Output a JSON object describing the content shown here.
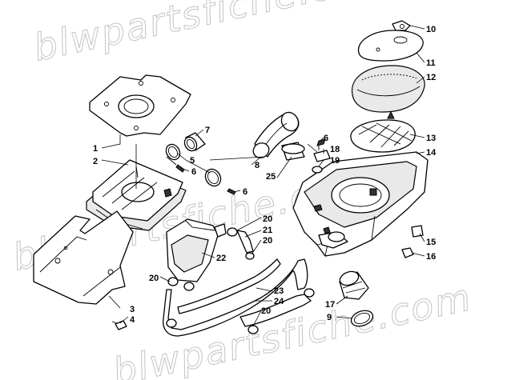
{
  "watermark": {
    "text": "blwpartsfiche.com",
    "text_partial": "blwpartsfiche.com"
  },
  "callouts": [
    {
      "id": "c1",
      "label": "1"
    },
    {
      "id": "c2",
      "label": "2"
    },
    {
      "id": "c3",
      "label": "3"
    },
    {
      "id": "c4",
      "label": "4"
    },
    {
      "id": "c5",
      "label": "5"
    },
    {
      "id": "c6a",
      "label": "6"
    },
    {
      "id": "c6b",
      "label": "6"
    },
    {
      "id": "c6c",
      "label": "6"
    },
    {
      "id": "c7",
      "label": "7"
    },
    {
      "id": "c8",
      "label": "8"
    },
    {
      "id": "c9",
      "label": "9"
    },
    {
      "id": "c10",
      "label": "10"
    },
    {
      "id": "c11",
      "label": "11"
    },
    {
      "id": "c12",
      "label": "12"
    },
    {
      "id": "c13",
      "label": "13"
    },
    {
      "id": "c14",
      "label": "14"
    },
    {
      "id": "c15",
      "label": "15"
    },
    {
      "id": "c16",
      "label": "16"
    },
    {
      "id": "c17",
      "label": "17"
    },
    {
      "id": "c18",
      "label": "18"
    },
    {
      "id": "c19",
      "label": "19"
    },
    {
      "id": "c20a",
      "label": "20"
    },
    {
      "id": "c20b",
      "label": "20"
    },
    {
      "id": "c20c",
      "label": "20"
    },
    {
      "id": "c20d",
      "label": "20"
    },
    {
      "id": "c21",
      "label": "21"
    },
    {
      "id": "c22",
      "label": "22"
    },
    {
      "id": "c23",
      "label": "23"
    },
    {
      "id": "c24",
      "label": "24"
    },
    {
      "id": "c25",
      "label": "25"
    }
  ]
}
